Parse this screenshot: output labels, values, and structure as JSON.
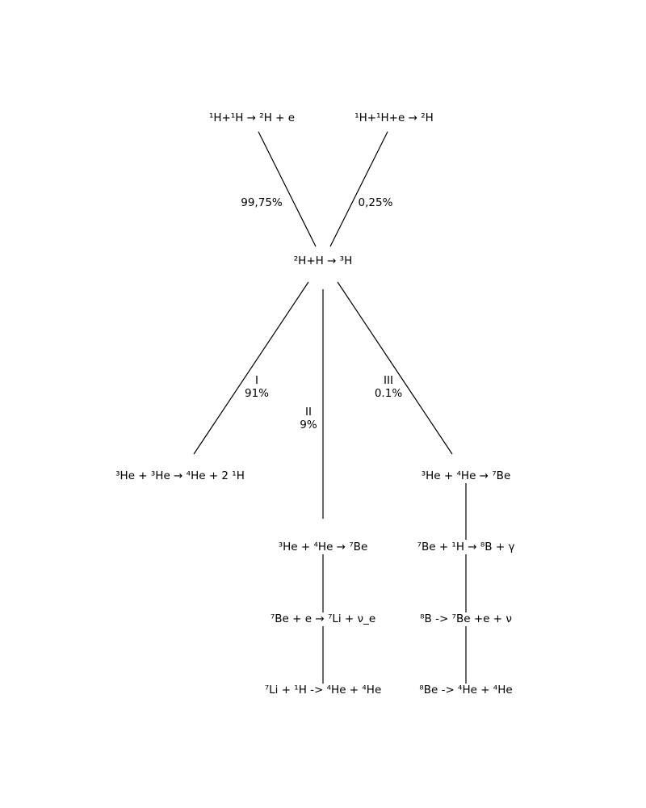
{
  "reactions": {
    "pp": "¹H+¹H → ²H + e",
    "pep": "¹H+¹H+e → ²H",
    "dp": "²H+H → ³H",
    "ppI": "³He + ³He → ⁴He + 2 ¹H",
    "ppII_1": "³He + ⁴He → ⁷Be",
    "ppII_2": "⁷Be + e → ⁷Li + ν_e",
    "ppII_3": "⁷Li + ¹H -> ⁴He + ⁴He",
    "ppIII_1": "³He + ⁴He → ⁷Be",
    "ppIII_2": "⁷Be + ¹H → ⁸B + γ",
    "ppIII_3": "⁸B -> ⁷Be +e + ν",
    "ppIII_4": "⁸Be -> ⁴He + ⁴He"
  },
  "branches": {
    "pp_pct": "99,75%",
    "pep_pct": "0,25%",
    "I_name": "I",
    "I_pct": "91%",
    "II_name": "II",
    "II_pct": "9%",
    "III_name": "III",
    "III_pct": "0.1%"
  }
}
